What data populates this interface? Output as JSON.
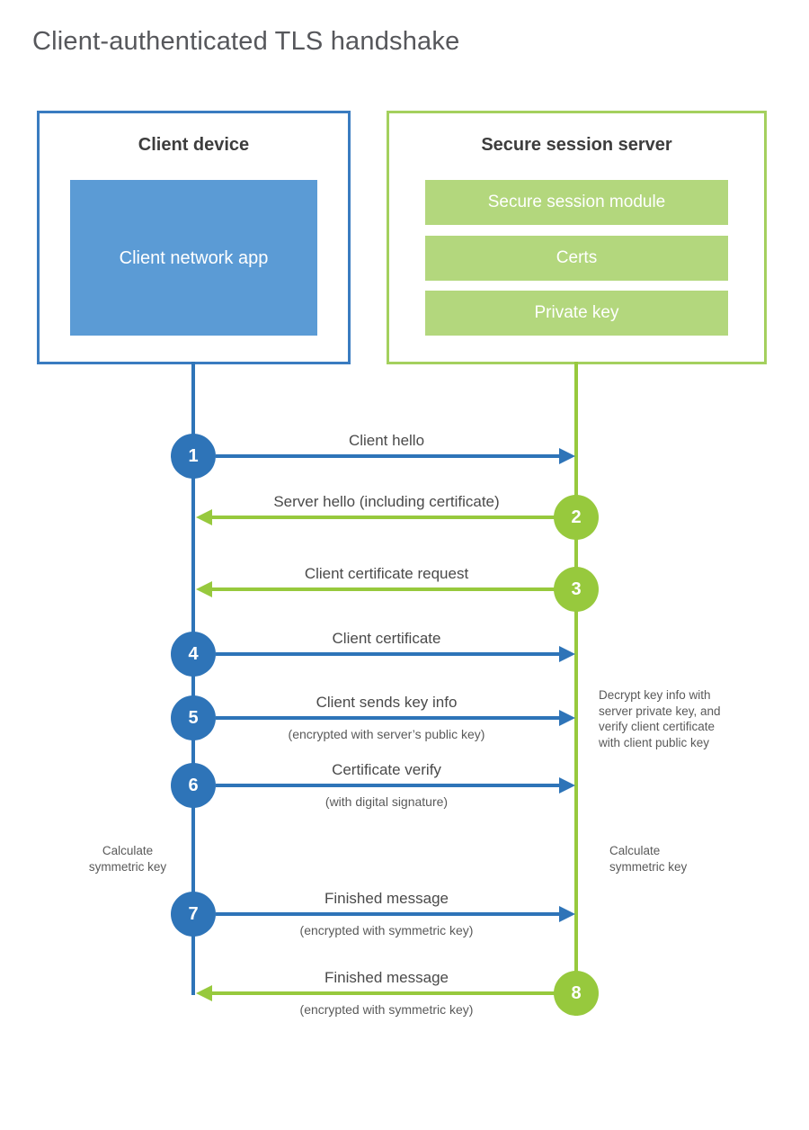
{
  "title": "Client-authenticated TLS handshake",
  "colors": {
    "blue_main": "#2e74b8",
    "blue_border": "#3a7cc0",
    "blue_fill": "#5b9bd5",
    "green_main": "#97c93d",
    "green_border": "#a4d05e",
    "green_fill": "#b3d77d"
  },
  "client": {
    "title": "Client device",
    "app_label": "Client network app"
  },
  "server": {
    "title": "Secure session server",
    "modules": [
      "Secure session module",
      "Certs",
      "Private key"
    ]
  },
  "steps": [
    {
      "num": "1",
      "label": "Client hello",
      "sub": "",
      "direction": "client-to-server"
    },
    {
      "num": "2",
      "label": "Server hello (including certificate)",
      "sub": "",
      "direction": "server-to-client"
    },
    {
      "num": "3",
      "label": "Client certificate request",
      "sub": "",
      "direction": "server-to-client"
    },
    {
      "num": "4",
      "label": "Client certificate",
      "sub": "",
      "direction": "client-to-server"
    },
    {
      "num": "5",
      "label": "Client sends key info",
      "sub": "(encrypted with server’s public key)",
      "direction": "client-to-server"
    },
    {
      "num": "6",
      "label": "Certificate verify",
      "sub": "(with digital signature)",
      "direction": "client-to-server"
    },
    {
      "num": "7",
      "label": "Finished message",
      "sub": "(encrypted with symmetric key)",
      "direction": "client-to-server"
    },
    {
      "num": "8",
      "label": "Finished message",
      "sub": "(encrypted with symmetric key)",
      "direction": "server-to-client"
    }
  ],
  "notes": {
    "decrypt": {
      "lines": [
        "Decrypt key info with",
        "server private key, and",
        "verify client certificate",
        "with client public key"
      ]
    },
    "calc_left": {
      "lines": [
        "Calculate",
        "symmetric key"
      ]
    },
    "calc_right": {
      "lines": [
        "Calculate",
        "symmetric key"
      ]
    }
  }
}
